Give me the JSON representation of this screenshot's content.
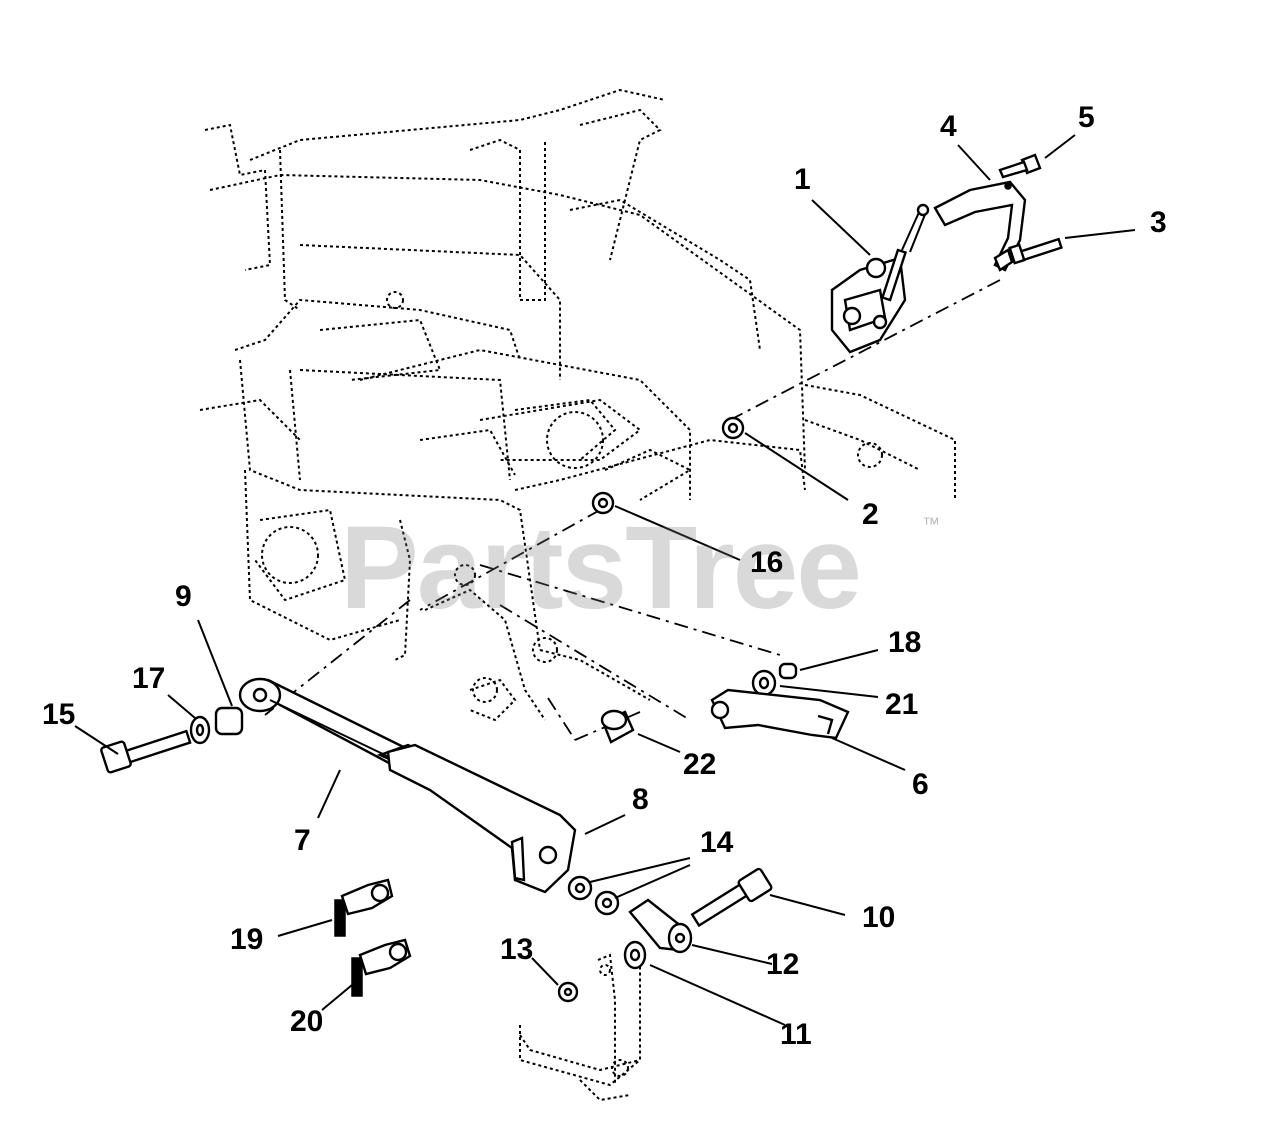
{
  "watermark": {
    "text": "PartsTree",
    "trademark": "™"
  },
  "callouts": [
    {
      "id": "c1",
      "label": "1"
    },
    {
      "id": "c2",
      "label": "2"
    },
    {
      "id": "c3",
      "label": "3"
    },
    {
      "id": "c4",
      "label": "4"
    },
    {
      "id": "c5",
      "label": "5"
    },
    {
      "id": "c6",
      "label": "6"
    },
    {
      "id": "c7",
      "label": "7"
    },
    {
      "id": "c8",
      "label": "8"
    },
    {
      "id": "c9",
      "label": "9"
    },
    {
      "id": "c10",
      "label": "10"
    },
    {
      "id": "c11",
      "label": "11"
    },
    {
      "id": "c12",
      "label": "12"
    },
    {
      "id": "c13",
      "label": "13"
    },
    {
      "id": "c14",
      "label": "14"
    },
    {
      "id": "c15",
      "label": "15"
    },
    {
      "id": "c16",
      "label": "16"
    },
    {
      "id": "c17",
      "label": "17"
    },
    {
      "id": "c18",
      "label": "18"
    },
    {
      "id": "c19",
      "label": "19"
    },
    {
      "id": "c20",
      "label": "20"
    },
    {
      "id": "c21",
      "label": "21"
    },
    {
      "id": "c22",
      "label": "22"
    }
  ]
}
